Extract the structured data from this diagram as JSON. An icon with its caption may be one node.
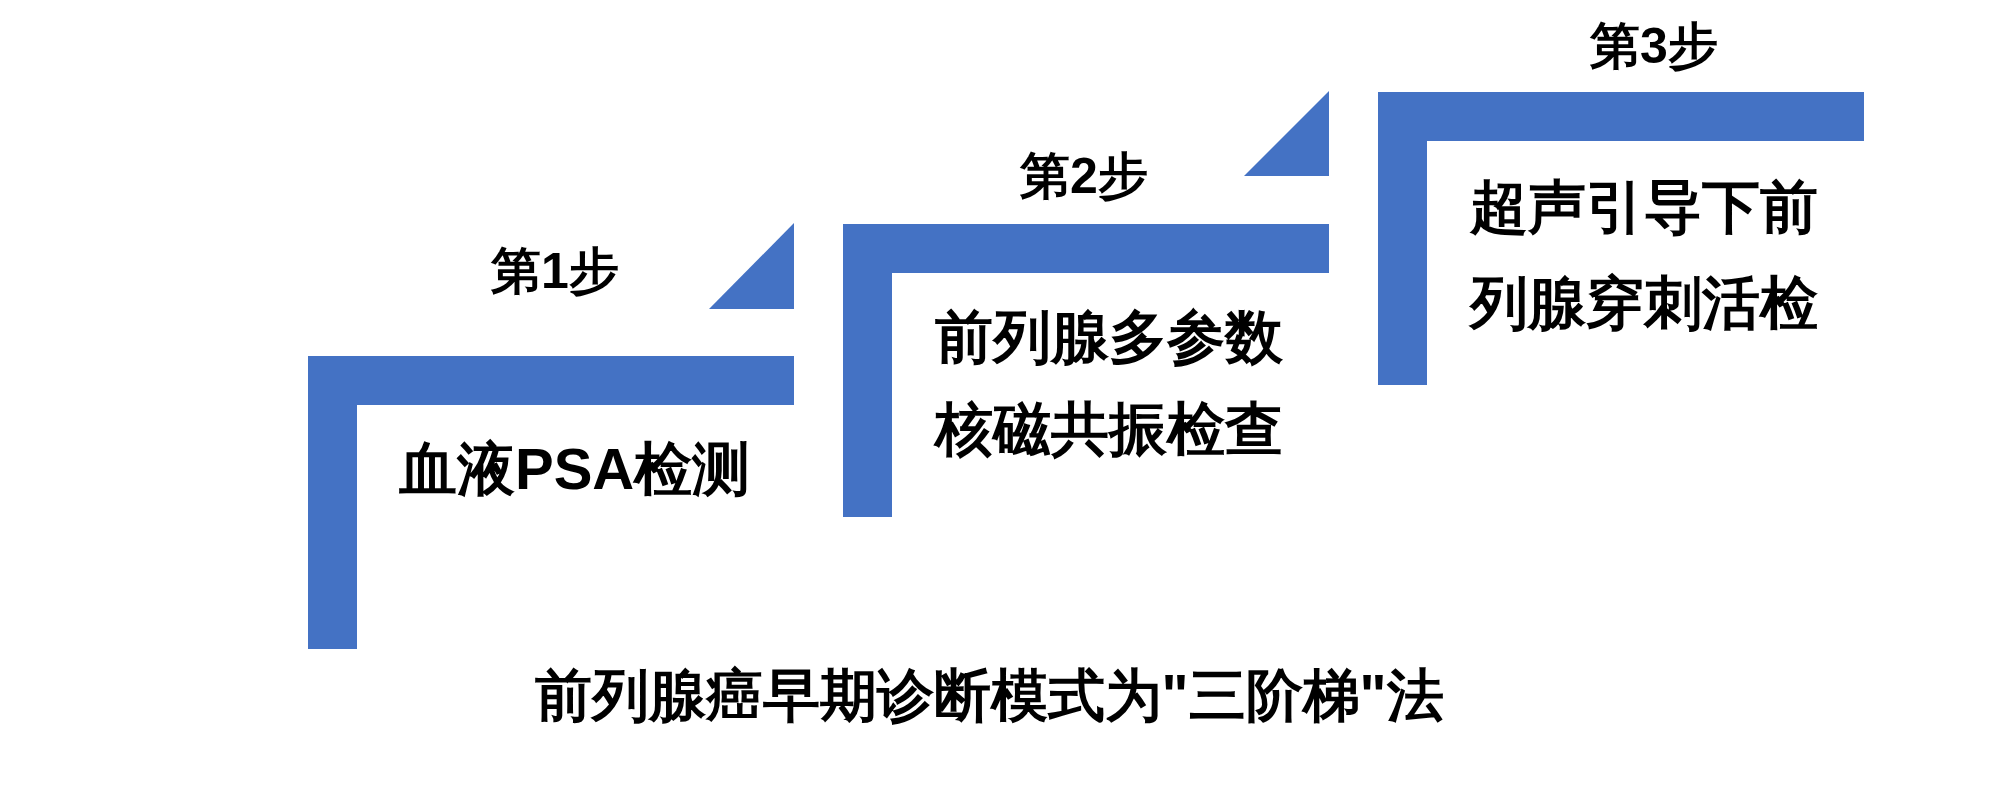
{
  "diagram": {
    "caption": "前列腺癌早期诊断模式为\"三阶梯\"法",
    "nodes": [
      {
        "text": [
          "第1步",
          "血液PSA检测"
        ]
      },
      {
        "text": [
          "第2步",
          "前列腺多参数核磁共振检查"
        ]
      },
      {
        "text": [
          "第3步",
          "超声引导下前列腺穿刺活检"
        ]
      }
    ]
  }
}
